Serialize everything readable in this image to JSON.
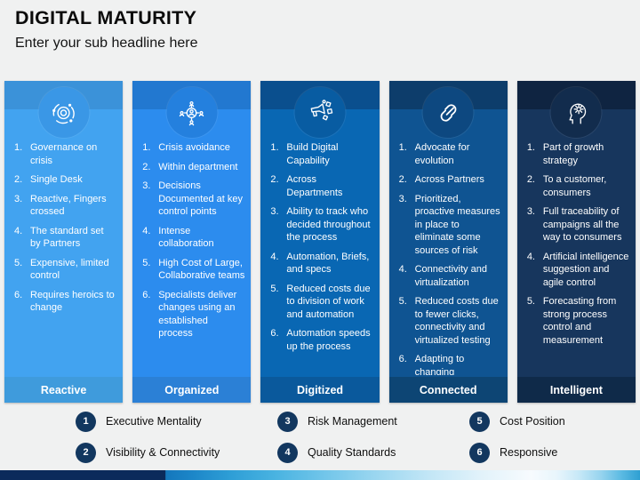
{
  "header": {
    "title": "DIGITAL MATURITY",
    "subtitle": "Enter your sub headline here"
  },
  "columns": [
    {
      "label": "Reactive",
      "icon": "orbit-icon",
      "colors": {
        "header": "#3B92D9",
        "body": "#42A3F0",
        "circle": "#3A97E6",
        "footer": "#3F9BDC"
      },
      "items": [
        "Governance on crisis",
        "Single Desk",
        "Reactive, Fingers crossed",
        "The standard set by Partners",
        "Expensive, limited control",
        "Requires heroics to change"
      ]
    },
    {
      "label": "Organized",
      "icon": "people-network-icon",
      "colors": {
        "header": "#2278D0",
        "body": "#2C8CEE",
        "circle": "#2480DE",
        "footer": "#2B80D6"
      },
      "items": [
        "Crisis avoidance",
        "Within department",
        "Decisions Documented at key control points",
        "Intense collaboration",
        "High Cost of Large, Collaborative teams",
        "Specialists deliver changes using an established process"
      ]
    },
    {
      "label": "Digitized",
      "icon": "digital-promotion-icon",
      "colors": {
        "header": "#0A4F8E",
        "body": "#0967B3",
        "circle": "#085CA2",
        "footer": "#0A599C"
      },
      "items": [
        "Build Digital Capability",
        "Across Departments",
        "Ability to track who decided throughout the process",
        "Automation, Briefs, and specs",
        "Reduced costs due to division of work and automation",
        "Automation speeds up the process"
      ]
    },
    {
      "label": "Connected",
      "icon": "link-icon",
      "colors": {
        "header": "#0D3D6B",
        "body": "#0F5492",
        "circle": "#0D4880",
        "footer": "#0D4574"
      },
      "items": [
        "Advocate for evolution",
        "Across Partners",
        "Prioritized, proactive measures in place to eliminate some sources of risk",
        "Connectivity and virtualization",
        "Reduced costs due to fewer clicks, connectivity and virtualized testing",
        "Adapting to changing conditions without great organizational pain"
      ]
    },
    {
      "label": "Intelligent",
      "icon": "ai-head-icon",
      "colors": {
        "header": "#0F2441",
        "body": "#17365D",
        "circle": "#122C4D",
        "footer": "#0F2A49"
      },
      "items": [
        "Part of growth strategy",
        "To a customer, consumers",
        "Full traceability of campaigns all the way to consumers",
        "Artificial intelligence suggestion and agile control",
        "Forecasting from strong process control and measurement"
      ]
    }
  ],
  "legend": [
    {
      "number": "1",
      "label": "Executive Mentality"
    },
    {
      "number": "2",
      "label": "Visibility & Connectivity"
    },
    {
      "number": "3",
      "label": "Risk Management"
    },
    {
      "number": "4",
      "label": "Quality Standards"
    },
    {
      "number": "5",
      "label": "Cost Position"
    },
    {
      "number": "6",
      "label": "Responsive"
    }
  ],
  "colors": {
    "page_background": "#F0F1F1",
    "badge": "#12375F",
    "bar_navy": "#0B2A5B",
    "bar_light": "#F7FBFE"
  }
}
